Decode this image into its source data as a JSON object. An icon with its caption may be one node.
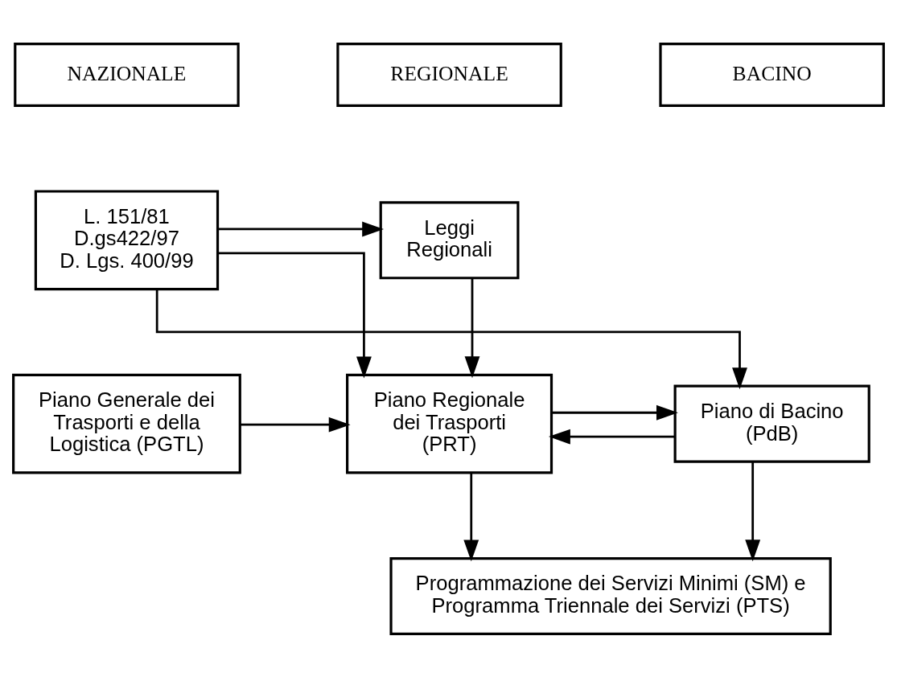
{
  "diagram": {
    "nodes": [
      {
        "text": [
          "NAZIONALE"
        ]
      },
      {
        "text": [
          "REGIONALE"
        ]
      },
      {
        "text": [
          "BACINO"
        ]
      },
      {
        "text": [
          "L. 151/81",
          "D.gs422/97",
          "D. Lgs. 400/99"
        ]
      },
      {
        "text": [
          "Leggi Regionali"
        ]
      },
      {
        "text": [
          "Piano Generale dei Trasporti e della Logistica (PGTL)"
        ]
      },
      {
        "text": [
          "Piano Regionale dei Trasporti (PRT)"
        ]
      },
      {
        "text": [
          "Piano di Bacino (PdB)"
        ]
      },
      {
        "text": [
          "Programmazione dei Servizi Minimi (SM) e Programma Triennale dei Servizi (PTS)"
        ]
      }
    ],
    "edges": [
      {
        "from": 3,
        "to": 7,
        "arrow": "to"
      },
      {
        "from": 3,
        "to": 4,
        "arrow": "to"
      },
      {
        "from": 3,
        "to": 6,
        "arrow": "to"
      },
      {
        "from": 4,
        "to": 6,
        "arrow": "to"
      },
      {
        "from": 5,
        "to": 6,
        "arrow": "to"
      },
      {
        "from": 6,
        "to": 7,
        "arrow": "to"
      },
      {
        "from": 7,
        "to": 6,
        "arrow": "to"
      },
      {
        "from": 6,
        "to": 8,
        "arrow": "to"
      },
      {
        "from": 7,
        "to": 8,
        "arrow": "to"
      }
    ]
  }
}
